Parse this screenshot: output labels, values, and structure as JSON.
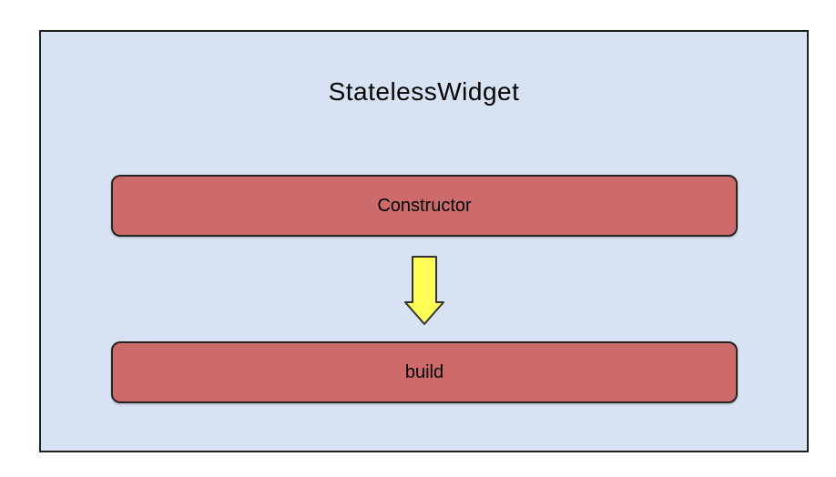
{
  "diagram": {
    "title": "StatelessWidget",
    "nodes": [
      {
        "id": "constructor",
        "label": "Constructor"
      },
      {
        "id": "build",
        "label": "build"
      }
    ],
    "edges": [
      {
        "from": "constructor",
        "to": "build",
        "direction": "down",
        "icon": "down-arrow-icon"
      }
    ],
    "colors": {
      "page_background": "#ffffff",
      "container_background": "#d7e3f3",
      "container_border": "#1f1f1f",
      "node_background": "#cd6b6b",
      "node_border": "#242424",
      "arrow_fill": "#ffff55",
      "arrow_border": "#333333",
      "text": "#000000"
    }
  }
}
